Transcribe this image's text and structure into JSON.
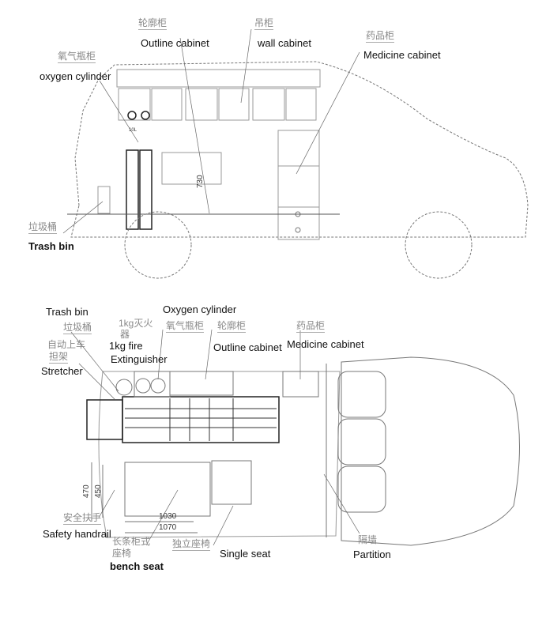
{
  "side_view": {
    "labels": {
      "outline_cabinet_cn": "轮廓柜",
      "outline_cabinet_en": "Outline cabinet",
      "wall_cabinet_cn": "吊柜",
      "wall_cabinet_en": "wall cabinet",
      "medicine_cabinet_cn": "药品柜",
      "medicine_cabinet_en": "Medicine cabinet",
      "oxygen_cylinder_cn": "氧气瓶柜",
      "oxygen_cylinder_en": "oxygen cylinder",
      "trash_bin_cn": "垃圾桶",
      "trash_bin_en": "Trash bin",
      "cylinder_text": "10L",
      "dimension_730": "730"
    }
  },
  "top_view": {
    "labels": {
      "trash_bin_en": "Trash bin",
      "trash_bin_cn": "垃圾桶",
      "extinguisher_cn_1": "1kg灭火",
      "extinguisher_cn_2": "器",
      "extinguisher_en_1": "1kg fire",
      "extinguisher_en_2": "Extinguisher",
      "stretcher_cn_1": "自动上车",
      "stretcher_cn_2": "担架",
      "stretcher_en": "Stretcher",
      "oxygen_cylinder_en": "Oxygen cylinder",
      "oxygen_cylinder_cn": "氧气瓶柜",
      "outline_cabinet_cn": "轮廓柜",
      "outline_cabinet_en": "Outline cabinet",
      "medicine_cabinet_cn": "药品柜",
      "medicine_cabinet_en": "Medicine cabinet",
      "handrail_cn": "安全扶手",
      "handrail_en": "Safety handrail",
      "bench_seat_cn_1": "长条柜式",
      "bench_seat_cn_2": "座椅",
      "bench_seat_en": "bench seat",
      "single_seat_cn": "独立座椅",
      "single_seat_en": "Single seat",
      "partition_cn": "隔墙",
      "partition_en": "Partition"
    },
    "dimensions": {
      "d1030": "1030",
      "d1070": "1070",
      "d470": "470",
      "d450": "450"
    }
  }
}
